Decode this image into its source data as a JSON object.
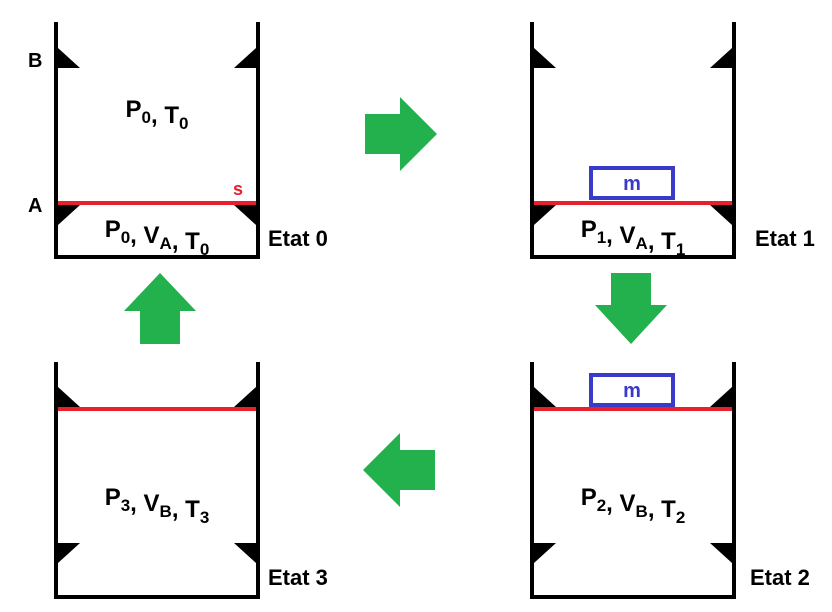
{
  "colors": {
    "wall": "#000000",
    "piston": "#e8202e",
    "mass": "#3a3ac8",
    "arrow": "#22b14c"
  },
  "markers": {
    "top_stop": "B",
    "bottom_stop": "A",
    "piston_area": "s"
  },
  "states": [
    {
      "label": "Etat 0",
      "upper": {
        "vars": [
          {
            "sym": "P",
            "sub": "0"
          },
          {
            "sym": "T",
            "sub": "0"
          }
        ]
      },
      "lower": {
        "vars": [
          {
            "sym": "P",
            "sub": "0"
          },
          {
            "sym": "V",
            "sub": "A"
          },
          {
            "sym": "T",
            "sub": "0"
          }
        ]
      }
    },
    {
      "label": "Etat 1",
      "mass": "m",
      "lower": {
        "vars": [
          {
            "sym": "P",
            "sub": "1"
          },
          {
            "sym": "V",
            "sub": "A"
          },
          {
            "sym": "T",
            "sub": "1"
          }
        ]
      }
    },
    {
      "label": "Etat 2",
      "mass": "m",
      "lower": {
        "vars": [
          {
            "sym": "P",
            "sub": "2"
          },
          {
            "sym": "V",
            "sub": "B"
          },
          {
            "sym": "T",
            "sub": "2"
          }
        ]
      }
    },
    {
      "label": "Etat 3",
      "lower": {
        "vars": [
          {
            "sym": "P",
            "sub": "3"
          },
          {
            "sym": "V",
            "sub": "B"
          },
          {
            "sym": "T",
            "sub": "3"
          }
        ]
      }
    }
  ],
  "arrows": [
    {
      "from": "Etat 0",
      "to": "Etat 1",
      "direction": "right"
    },
    {
      "from": "Etat 1",
      "to": "Etat 2",
      "direction": "down"
    },
    {
      "from": "Etat 2",
      "to": "Etat 3",
      "direction": "left"
    },
    {
      "from": "Etat 3",
      "to": "Etat 0",
      "direction": "up"
    }
  ]
}
